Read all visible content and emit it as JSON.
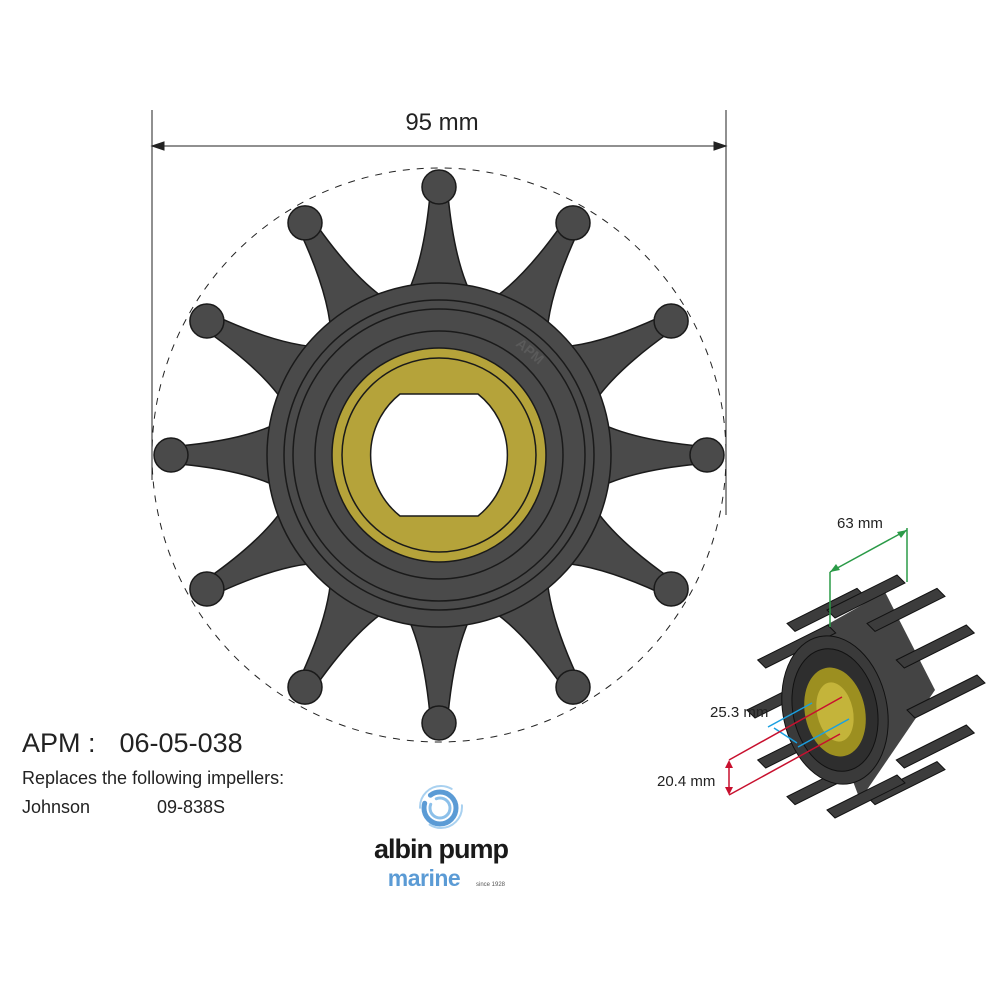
{
  "dimensions": {
    "outer_diameter": "95 mm",
    "width": "63 mm",
    "shaft_diameter": "25.3 mm",
    "flat_distance": "20.4 mm"
  },
  "product": {
    "brand_prefix": "APM :",
    "part_number": "06-05-038",
    "replaces_heading": "Replaces the following impellers:",
    "replacements": [
      {
        "brand": "Johnson",
        "part": "09-838S"
      }
    ]
  },
  "impeller": {
    "blade_count": 12,
    "watermark": "APM"
  },
  "logo": {
    "line1": "albin pump",
    "line2": "marine",
    "tagline": "since 1928"
  },
  "colors": {
    "rubber": "#4a4a4a",
    "brass": "#b5a33a",
    "dim_green": "#2a9a47",
    "dim_blue": "#1aa0e0",
    "dim_red": "#c8102e",
    "logo_blue": "#5b9bd5"
  }
}
